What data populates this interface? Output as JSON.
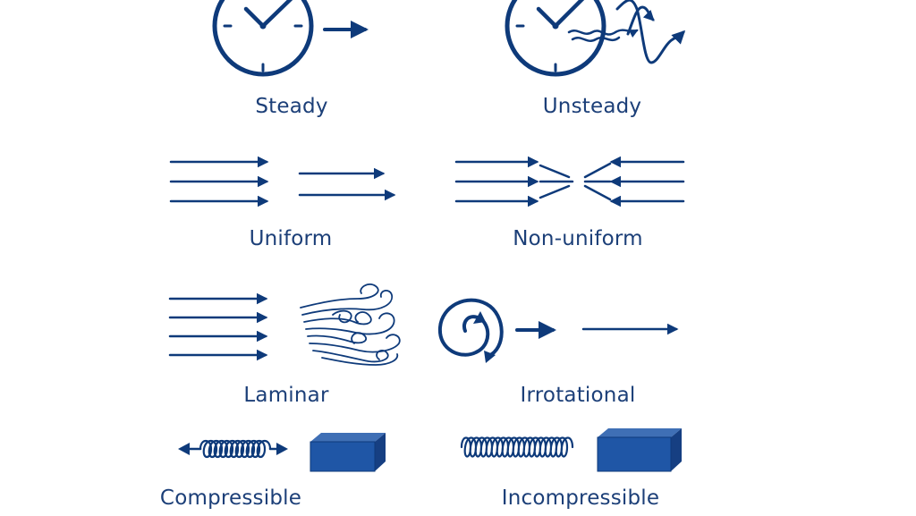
{
  "labels": {
    "steady": "Steady",
    "unsteady": "Unsteady",
    "uniform": "Uniform",
    "non_uniform": "Non-uniform",
    "laminar": "Laminar",
    "irrotational": "Irrotational",
    "compressible": "Compressible",
    "incompressible": "Incompressible"
  },
  "colors": {
    "ink": "#0e3a7a",
    "label": "#1c3f78",
    "block_top": "#3f6fb5",
    "block_front": "#1f56a6",
    "block_side": "#163f82"
  }
}
